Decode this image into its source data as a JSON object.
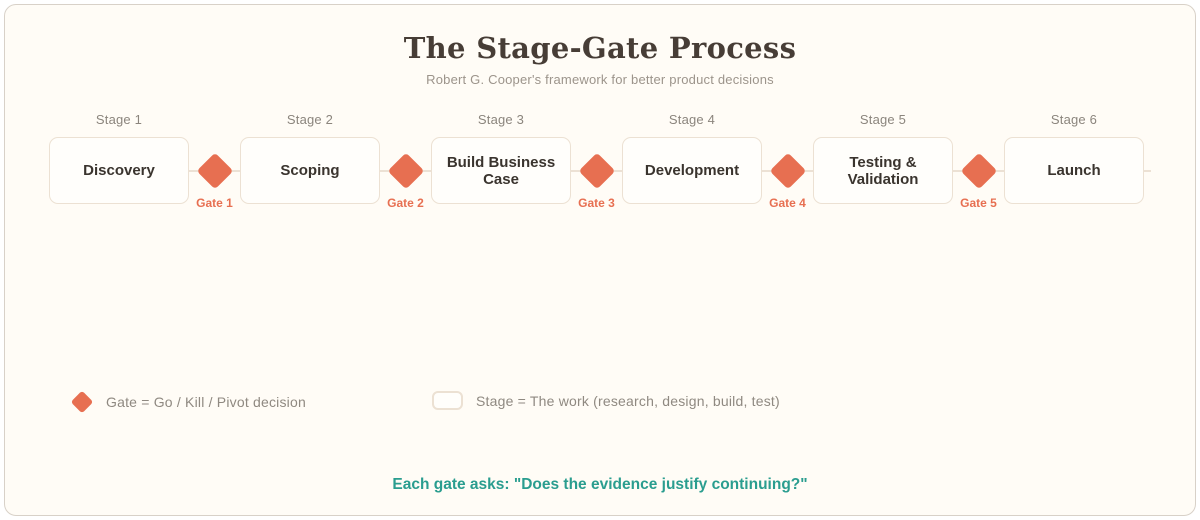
{
  "header": {
    "title": "The Stage-Gate Process",
    "subtitle": "Robert G. Cooper's framework for better product decisions"
  },
  "process": {
    "stages": [
      {
        "label": "Stage 1",
        "name": "Discovery"
      },
      {
        "label": "Stage 2",
        "name": "Scoping"
      },
      {
        "label": "Stage 3",
        "name": "Build Business Case"
      },
      {
        "label": "Stage 4",
        "name": "Development"
      },
      {
        "label": "Stage 5",
        "name": "Testing & Validation"
      },
      {
        "label": "Stage 6",
        "name": "Launch"
      }
    ],
    "gates": [
      {
        "label": "Gate 1"
      },
      {
        "label": "Gate 2"
      },
      {
        "label": "Gate 3"
      },
      {
        "label": "Gate 4"
      },
      {
        "label": "Gate 5"
      }
    ]
  },
  "legend": {
    "gate_text": "Gate = Go / Kill / Pivot decision",
    "stage_text": "Stage = The work (research, design, build, test)"
  },
  "footer": {
    "question": "Each gate asks: \"Does the evidence justify continuing?\""
  },
  "colors": {
    "accent_gate": "#e76f51",
    "footer_teal": "#2a9d8f",
    "background": "#fffcf6",
    "box_border": "#ece1d3"
  }
}
